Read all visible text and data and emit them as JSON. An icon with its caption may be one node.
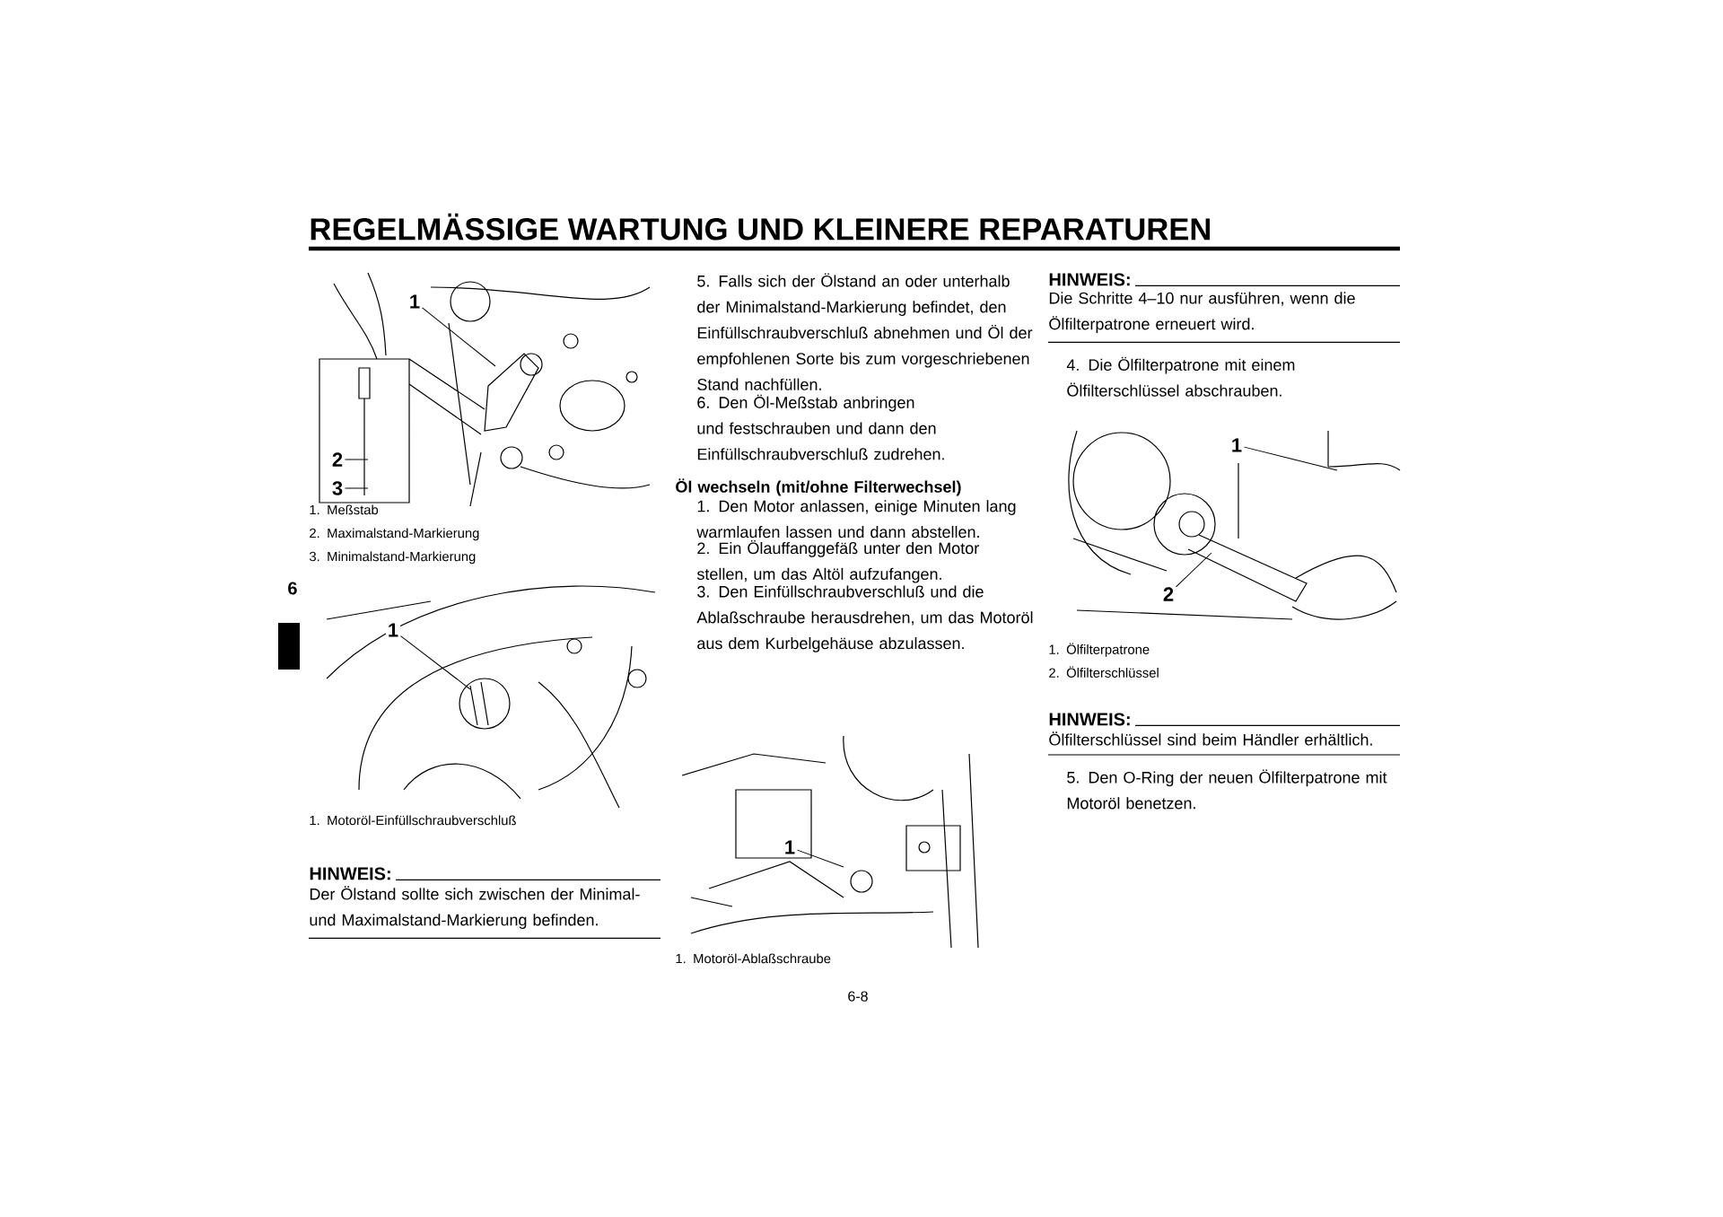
{
  "diagram": {
    "title": "REGELMÄSSIGE WARTUNG UND KLEINERE REPARATUREN",
    "nodes": [
      {
        "text": [
          "1"
        ]
      },
      {
        "text": [
          "2"
        ]
      },
      {
        "text": [
          "3"
        ]
      },
      {
        "text": [
          "1"
        ]
      },
      {
        "text": [
          "1"
        ]
      },
      {
        "text": [
          "1"
        ]
      },
      {
        "text": [
          "2"
        ]
      }
    ],
    "edges": [
      {
        "from": 0,
        "to": null,
        "arrow": "none"
      },
      {
        "from": 1,
        "to": null,
        "arrow": "none"
      },
      {
        "from": 2,
        "to": null,
        "arrow": "none"
      },
      {
        "from": 3,
        "to": null,
        "arrow": "none"
      },
      {
        "from": 4,
        "to": null,
        "arrow": "none"
      },
      {
        "from": 5,
        "to": null,
        "arrow": "none"
      },
      {
        "from": 6,
        "to": null,
        "arrow": "none"
      }
    ],
    "labels": [
      "6",
      "1. Meßstab",
      "2. Maximalstand-Markierung",
      "3. Minimalstand-Markierung",
      "1. Motoröl-Einfüllschraubverschluß",
      "HINWEIS:",
      "Der Ölstand sollte sich zwischen der Minimal- und Maximalstand-Markierung befinden.",
      "5. Falls sich der Ölstand an oder unterhalb der Minimalstand-Markierung befindet, den Einfüllschraubverschluß abnehmen und Öl der empfohlenen Sorte bis zum vorgeschriebenen Stand nachfüllen.",
      "6. Den Öl-Meßstab anbringen und festschrauben und dann den Einfüllschraubverschluß zudrehen.",
      "Öl wechseln (mit/ohne Filterwechsel)",
      "1. Den Motor anlassen, einige Minuten lang warmlaufen lassen und dann abstellen.",
      "2. Ein Ölauffanggefäß unter den Motor stellen, um das Altöl aufzufangen.",
      "3. Den Einfüllschraubverschluß und die Ablaßschraube herausdrehen, um das Motoröl aus dem Kurbelgehäuse abzulassen.",
      "1. Motoröl-Ablaßschraube",
      "6-8",
      "HINWEIS:",
      "Die Schritte 4–10 nur ausführen, wenn die Ölfilterpatrone erneuert wird.",
      "4. Die Ölfilterpatrone mit einem Ölfilterschlüssel abschrauben.",
      "1. Ölfilterpatrone",
      "2. Ölfilterschlüssel",
      "HINWEIS:",
      "Ölfilterschlüssel sind beim Händler erhältlich.",
      "5. Den O-Ring der neuen Ölfilterpatrone mit Motoröl benetzen."
    ]
  }
}
